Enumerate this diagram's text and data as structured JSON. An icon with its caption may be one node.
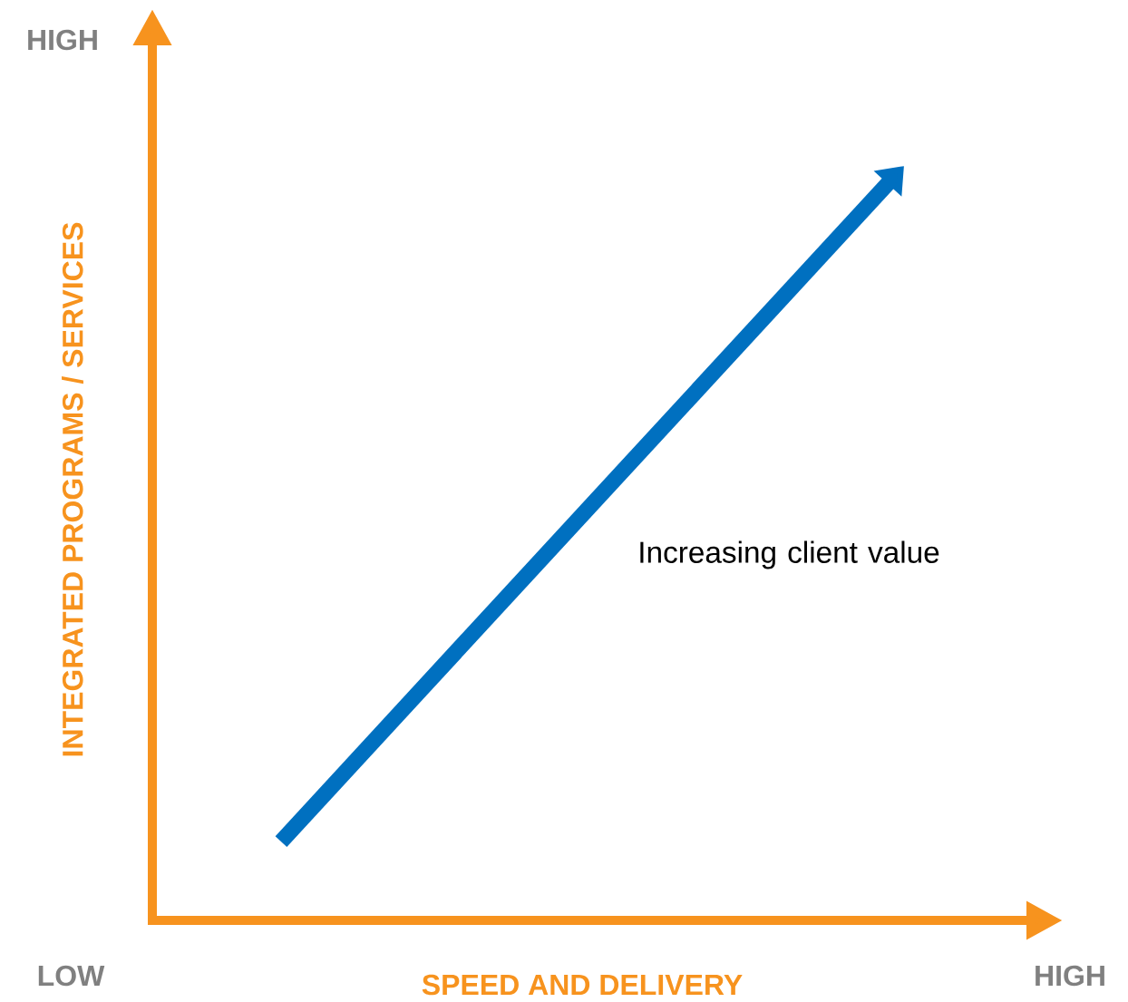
{
  "diagram": {
    "labels": [
      "HIGH",
      "INTEGRATED PROGRAMS / SERVICES",
      "Increasing client value",
      "LOW",
      "SPEED AND DELIVERY",
      "HIGH"
    ]
  }
}
